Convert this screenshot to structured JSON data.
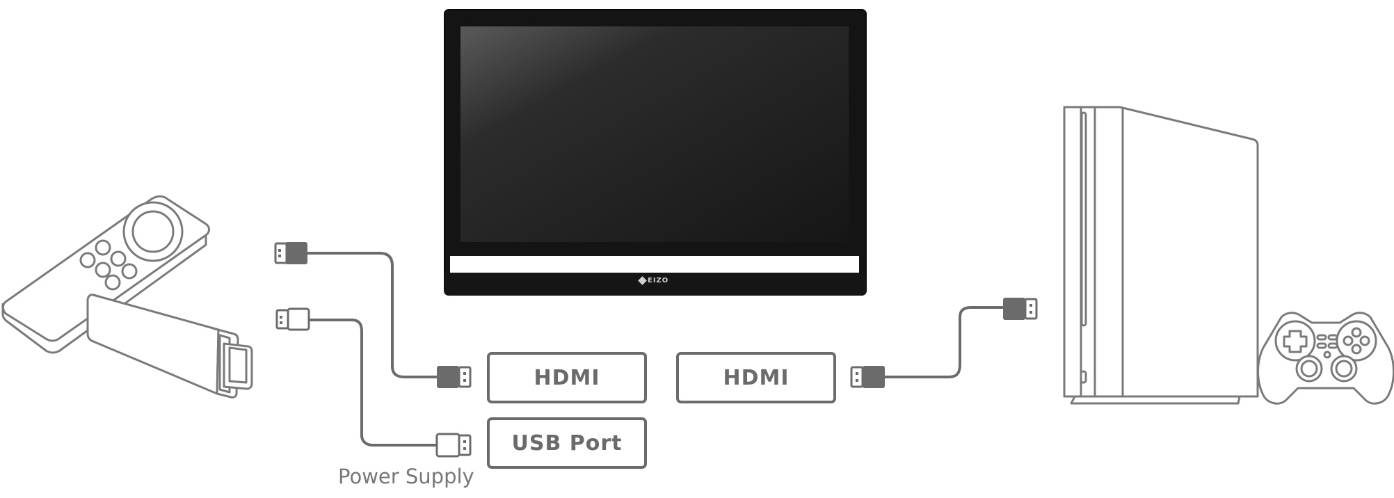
{
  "ports": {
    "hdmi_left": "HDMI",
    "hdmi_right": "HDMI",
    "usb": "USB Port"
  },
  "captions": {
    "power_supply": "Power Supply"
  },
  "monitor": {
    "brand": "EIZO"
  },
  "devices": [
    {
      "role": "streaming-stick",
      "icon": "streaming-stick-icon"
    },
    {
      "role": "remote-control",
      "icon": "remote-control-icon"
    },
    {
      "role": "monitor",
      "icon": "monitor-icon"
    },
    {
      "role": "game-console",
      "icon": "game-console-icon"
    },
    {
      "role": "gamepad",
      "icon": "gamepad-icon"
    }
  ],
  "connections": [
    {
      "from": "streaming-stick",
      "to": "HDMI",
      "connector": "hdmi-plug-icon"
    },
    {
      "from": "streaming-stick",
      "to": "USB Port",
      "connector": "usb-plug-icon"
    },
    {
      "from": "game-console",
      "to": "HDMI",
      "connector": "hdmi-plug-icon"
    }
  ],
  "colors": {
    "line_gray": "#6b6b6b",
    "outline_gray": "#7a7a7a",
    "label_gray": "#6a6a6a",
    "monitor_bezel": "#111111",
    "monitor_screen": "#2a2a2a"
  }
}
